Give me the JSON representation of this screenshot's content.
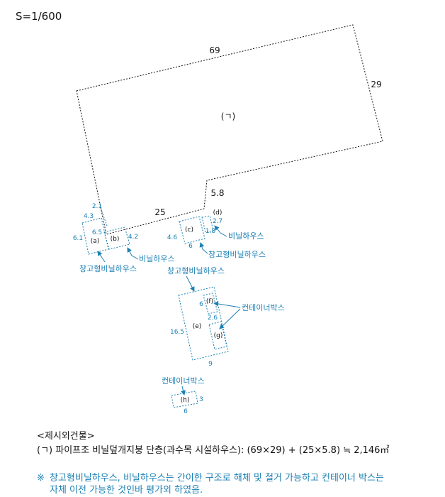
{
  "scale": "S=1/600",
  "colors": {
    "main": "#111111",
    "annex": "#1a7fb4"
  },
  "main_building": {
    "label": "(ㄱ)",
    "dims": {
      "top": "69",
      "right": "29",
      "notch": "5.8",
      "bottom": "25"
    }
  },
  "annexes": {
    "a": {
      "label": "(a)",
      "dims": [
        "2.1",
        "4.3",
        "6.1",
        "6.5"
      ]
    },
    "b": {
      "label": "(b)",
      "dims": [
        "4.2"
      ]
    },
    "c": {
      "label": "(c)",
      "dims": [
        "4.6",
        "6"
      ]
    },
    "d": {
      "label": "(d)",
      "dims": [
        "2.7",
        "1.8"
      ]
    },
    "e": {
      "label": "(e)",
      "dims": [
        "16.5",
        "9"
      ]
    },
    "f": {
      "label": "(f)",
      "dims": [
        "6"
      ]
    },
    "g": {
      "label": "(g)",
      "dims": [
        "2.6"
      ]
    },
    "h": {
      "label": "(h)",
      "dims": [
        "3",
        "6"
      ]
    }
  },
  "callouts": {
    "warehouse_greenhouse_a": "창고형비닐하우스",
    "vinyl_house_b": "비닐하우스",
    "vinyl_house_d": "비닐하우스",
    "warehouse_greenhouse_c": "창고형비닐하우스",
    "warehouse_greenhouse_e": "창고형비닐하우스",
    "container_box_fg": "컨테이너박스",
    "container_box_h": "컨테이너박스"
  },
  "legend": {
    "title": "<제시외건물>",
    "item": "(ㄱ) 파이프조 비닐덮개지붕 단층(과수목 시설하우스): (69×29) + (25×5.8) ≒ 2,146㎡"
  },
  "note": {
    "mark": "※",
    "line1": "창고형비닐하우스, 비닐하우스는 간이한 구조로 해체 및 철거 가능하고 컨테이너 박스는",
    "line2": "자체 이전 가능한 것인바 평가외 하였음."
  }
}
